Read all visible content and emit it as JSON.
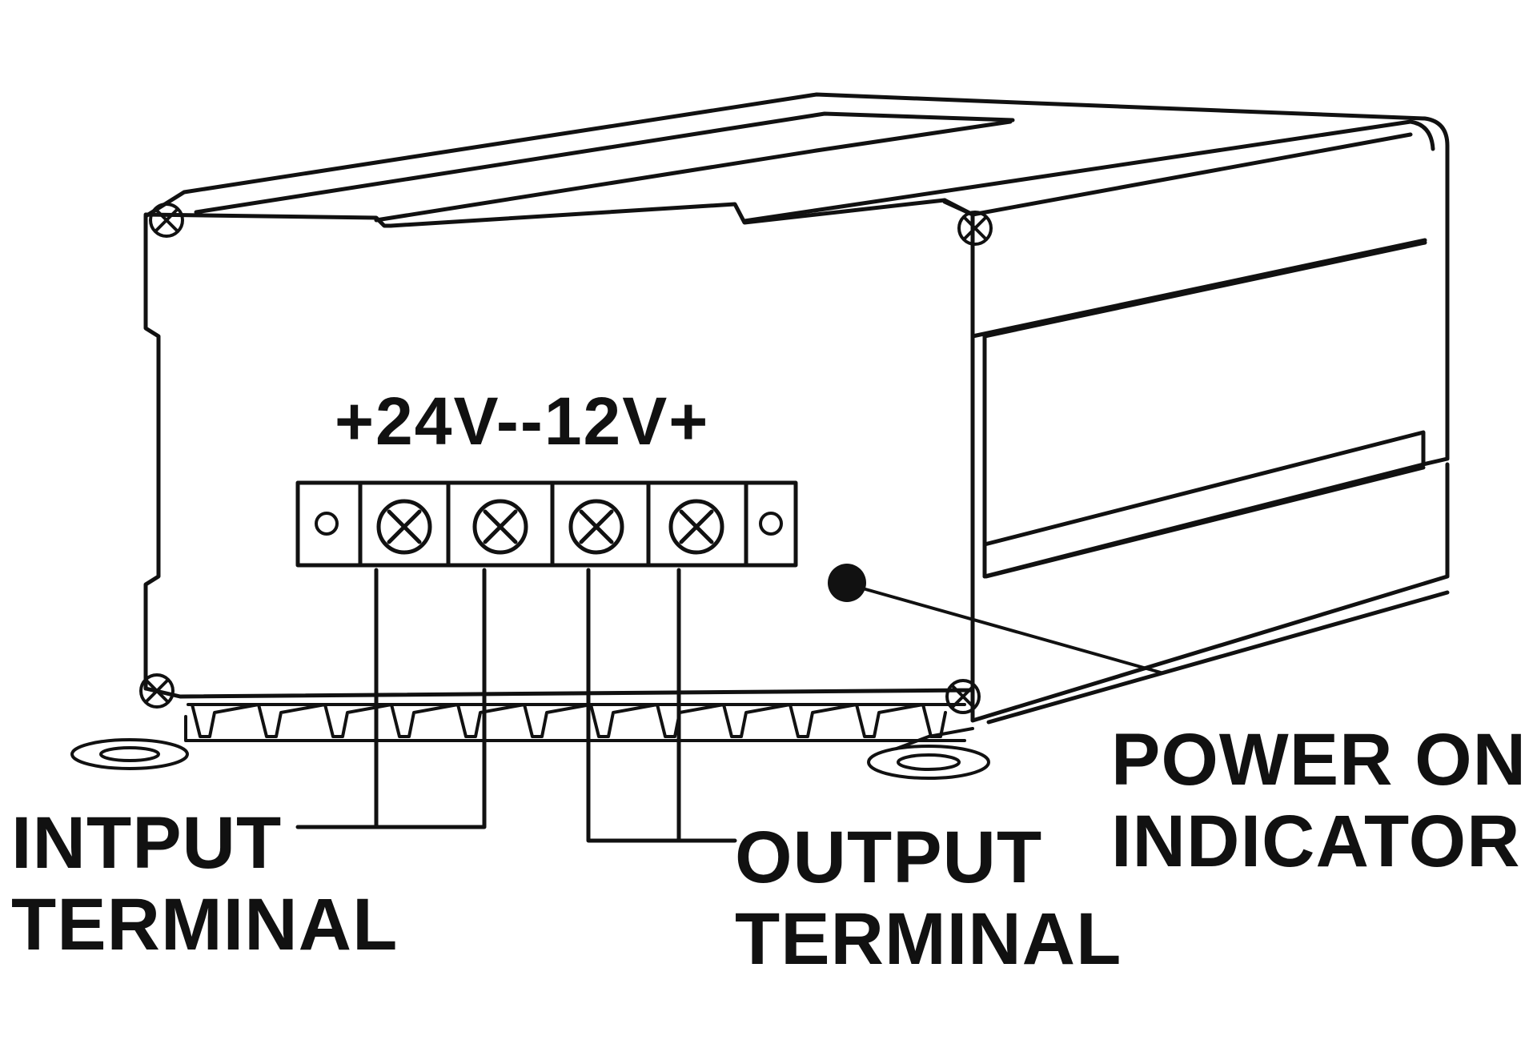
{
  "terminal_label": "+24V--12V+",
  "callouts": {
    "input": {
      "line1": "INTPUT",
      "line2": "TERMINAL"
    },
    "output": {
      "line1": "OUTPUT",
      "line2": "TERMINAL"
    },
    "power": {
      "line1": "POWER ON",
      "line2": "INDICATOR"
    }
  },
  "colors": {
    "line": "#111111",
    "background": "#ffffff"
  }
}
